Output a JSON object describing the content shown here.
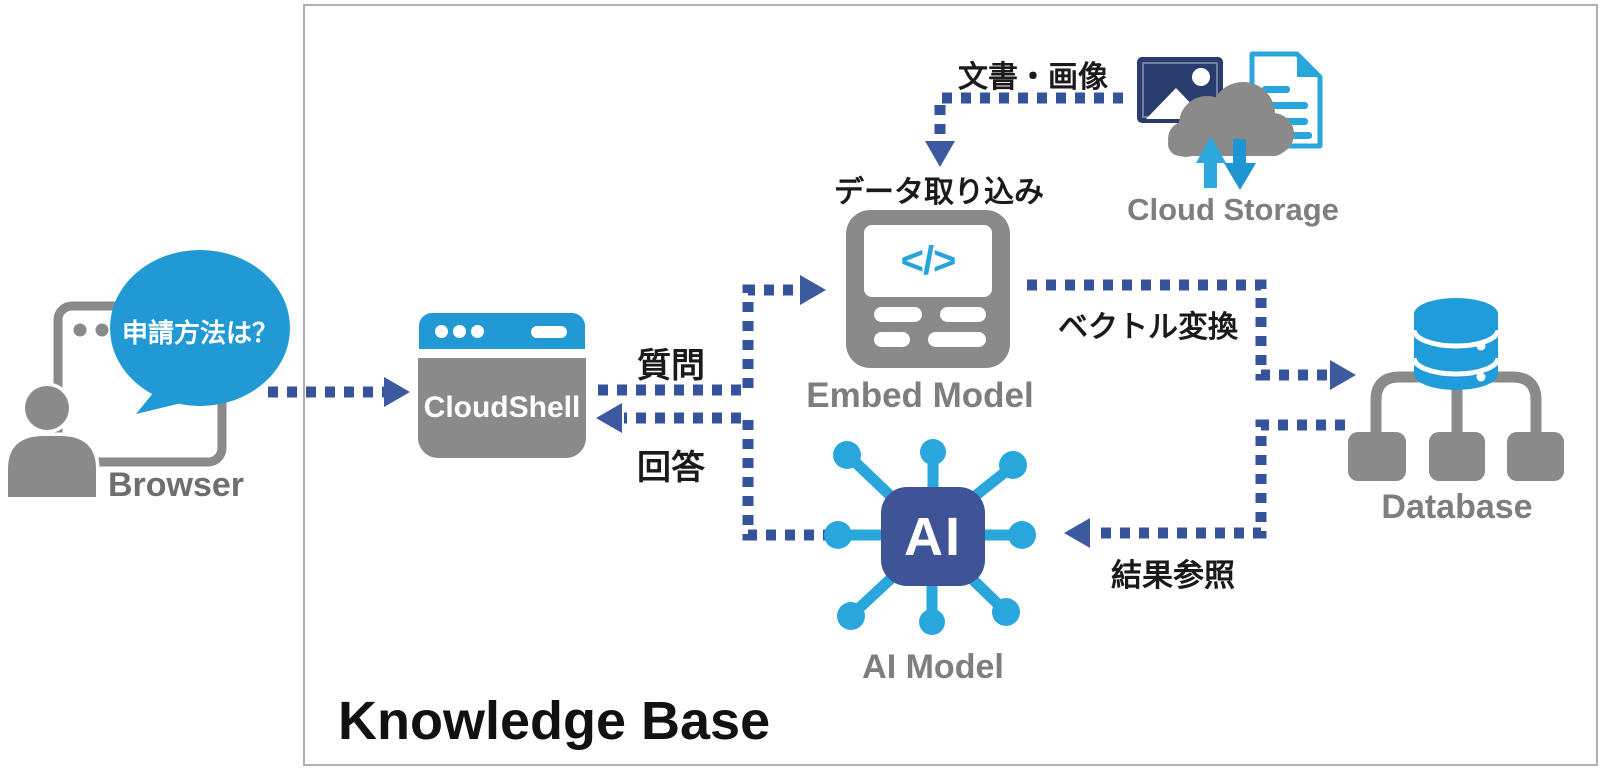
{
  "frame": {
    "title": "Knowledge Base"
  },
  "browser": {
    "label": "Browser",
    "bubble_text": "申請方法は？"
  },
  "cloudshell": {
    "label": "CloudShell"
  },
  "embed_model": {
    "label": "Embed Model",
    "code_glyph": "</>"
  },
  "ai_model": {
    "label": "AI Model",
    "chip_text": "AI"
  },
  "cloud_storage": {
    "label": "Cloud Storage"
  },
  "database": {
    "label": "Database"
  },
  "arrows": {
    "question": "質問",
    "answer": "回答",
    "data_ingest": "データ取り込み",
    "docs_images": "文書・画像",
    "vector_convert": "ベクトル変換",
    "result_lookup": "結果参照"
  },
  "icons": [
    "person-icon",
    "browser-window-icon",
    "speech-bubble",
    "cloudshell-window-icon",
    "code-icon",
    "embed-device-icon",
    "ai-chip-icon",
    "ai-network-nodes-icon",
    "image-icon",
    "cloud-icon",
    "upload-arrow-icon",
    "download-arrow-icon",
    "document-icon",
    "database-cylinder-icon",
    "dotted-arrow"
  ],
  "colors": {
    "accent_blue": "#2099d5",
    "light_blue": "#29a7dd",
    "arrow_navy": "#35539a",
    "arrowhead_navy": "#3d5aa0",
    "ai_chip_indigo": "#3f5397",
    "image_navy": "#283c6e",
    "icon_gray": "#8a8a8a",
    "label_gray": "#7e7e7e",
    "frame_border": "#aeaeae"
  }
}
